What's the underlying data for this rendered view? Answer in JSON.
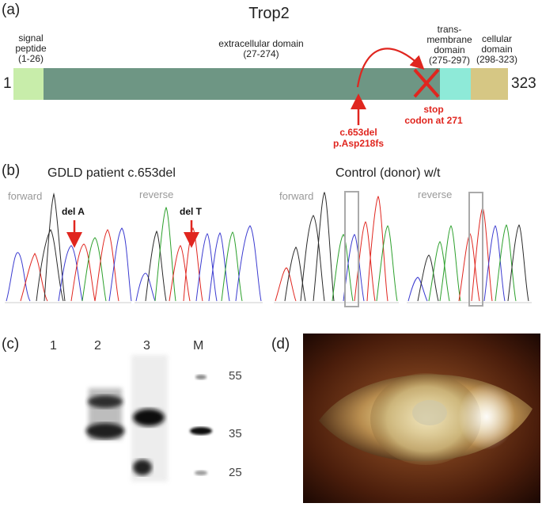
{
  "panel_a": {
    "label": "(a)",
    "title": "Trop2",
    "start": "1",
    "end": "323",
    "domains": [
      {
        "name": "signal peptide",
        "range": "(1-26)",
        "color": "#c8edaa"
      },
      {
        "name": "extracellular domain",
        "range": "(27-274)",
        "color": "#6e9684"
      },
      {
        "name": "trans-membrane domain",
        "range": "(275-297)",
        "color": "#8eead8"
      },
      {
        "name": "cellular domain",
        "range": "(298-323)",
        "color": "#d6c784"
      }
    ],
    "signal_label_1": "signal",
    "signal_label_2": "peptide",
    "signal_range": "(1-26)",
    "extra_label": "extracellular domain",
    "extra_range": "(27-274)",
    "tm_label_1": "trans-",
    "tm_label_2": "membrane",
    "tm_label_3": "domain",
    "tm_range": "(275-297)",
    "cell_label_1": "cellular",
    "cell_label_2": "domain",
    "cell_range": "(298-323)",
    "mutation_line1": "c.653del",
    "mutation_line2": "p.Asp218fs",
    "stop_line1": "stop",
    "stop_line2": "codon at 271",
    "accent": "#e0261f"
  },
  "panel_b": {
    "label": "(b)",
    "patient_title": "GDLD patient c.653del",
    "control_title": "Control (donor) w/t",
    "forward": "forward",
    "reverse": "reverse",
    "del_a": "del A",
    "del_t": "del T"
  },
  "panel_c": {
    "label": "(c)",
    "lanes": [
      "1",
      "2",
      "3",
      "M"
    ],
    "markers": [
      "55",
      "35",
      "25"
    ]
  },
  "panel_d": {
    "label": "(d)"
  }
}
